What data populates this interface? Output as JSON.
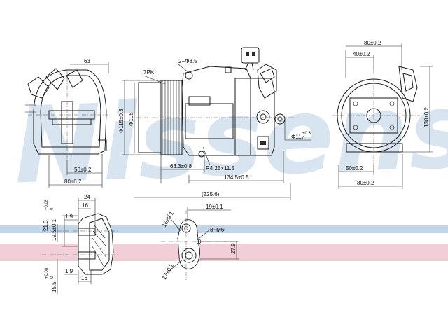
{
  "watermark": "Nissens",
  "colors": {
    "watermark": "#b8cfe6",
    "band_blue": "#c3d6ea",
    "band_pink": "#f2cfd8",
    "line": "#1a1a1a"
  },
  "view_left": {
    "dim_top": "63",
    "dim_bottom1": "50±0.2",
    "dim_bottom2": "80±0.2"
  },
  "view_side": {
    "pulley_label": "7PK",
    "hole_label": "2−Φ8.5",
    "d_outer": "Φ115±0.3",
    "d_inner": "Φ105",
    "d_port": "Φ11",
    "d_port_tol_hi": "+0.3",
    "d_port_tol_lo": "0",
    "len1": "63.3±0.8",
    "thread": "R4 25×11.5",
    "len2": "134.5±0.5",
    "len3": "(225.6)"
  },
  "view_right": {
    "dim_top1": "80±0.2",
    "dim_top2": "40±0.2",
    "dim_height": "138±0.2",
    "dim_bottom1": "50±0.2",
    "dim_bottom2": "80±0.2"
  },
  "detail_left": {
    "d1": "21.3",
    "d1_tol_hi": "+0.08",
    "d1_tol_lo": "0",
    "d2": "19.5±0.1",
    "w1": "24",
    "w2": "16",
    "w3": "1.9",
    "w4": "1.9",
    "w5": "16",
    "d3": "15.5",
    "d3_tol_hi": "+0.08",
    "d3_tol_lo": "0"
  },
  "detail_right": {
    "d1": "19±0.1",
    "d2": "3−M6",
    "d3": "27.9",
    "d4": "16±0.1",
    "d5": "17±0.1"
  }
}
